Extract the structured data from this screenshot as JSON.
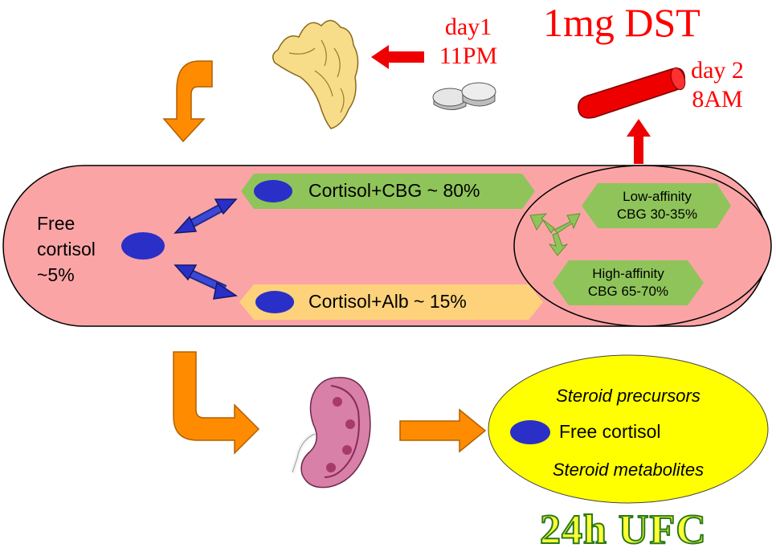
{
  "title": "1mg DST",
  "day1": {
    "line1": "day1",
    "line2": "11PM"
  },
  "day2": {
    "line1": "day 2",
    "line2": "8AM"
  },
  "free_cortisol": {
    "line1": "Free",
    "line2": "cortisol",
    "line3": "~5%"
  },
  "cbg_box": "Cortisol+CBG ~ 80%",
  "alb_box": "Cortisol+Alb ~ 15%",
  "low_affinity": {
    "line1": "Low-affinity",
    "line2": "CBG 30-35%"
  },
  "high_affinity": {
    "line1": "High-affinity",
    "line2": "CBG 65-70%"
  },
  "urine": {
    "precursors": "Steroid precursors",
    "free": "Free cortisol",
    "metabolites": "Steroid metabolites"
  },
  "ufc_title": "24h UFC",
  "colors": {
    "vessel": "#fba4a6",
    "cbg_green": "#8fc45a",
    "alb_yellow": "#fdd27a",
    "cortisol_blue": "#2a2fc7",
    "arrow_orange": "#ff8c00",
    "arrow_red": "#ee0000",
    "urine_yellow": "#ffff00"
  },
  "icons": [
    "adrenal-gland-icon",
    "pills-icon",
    "blood-tube-icon",
    "kidney-icon"
  ]
}
